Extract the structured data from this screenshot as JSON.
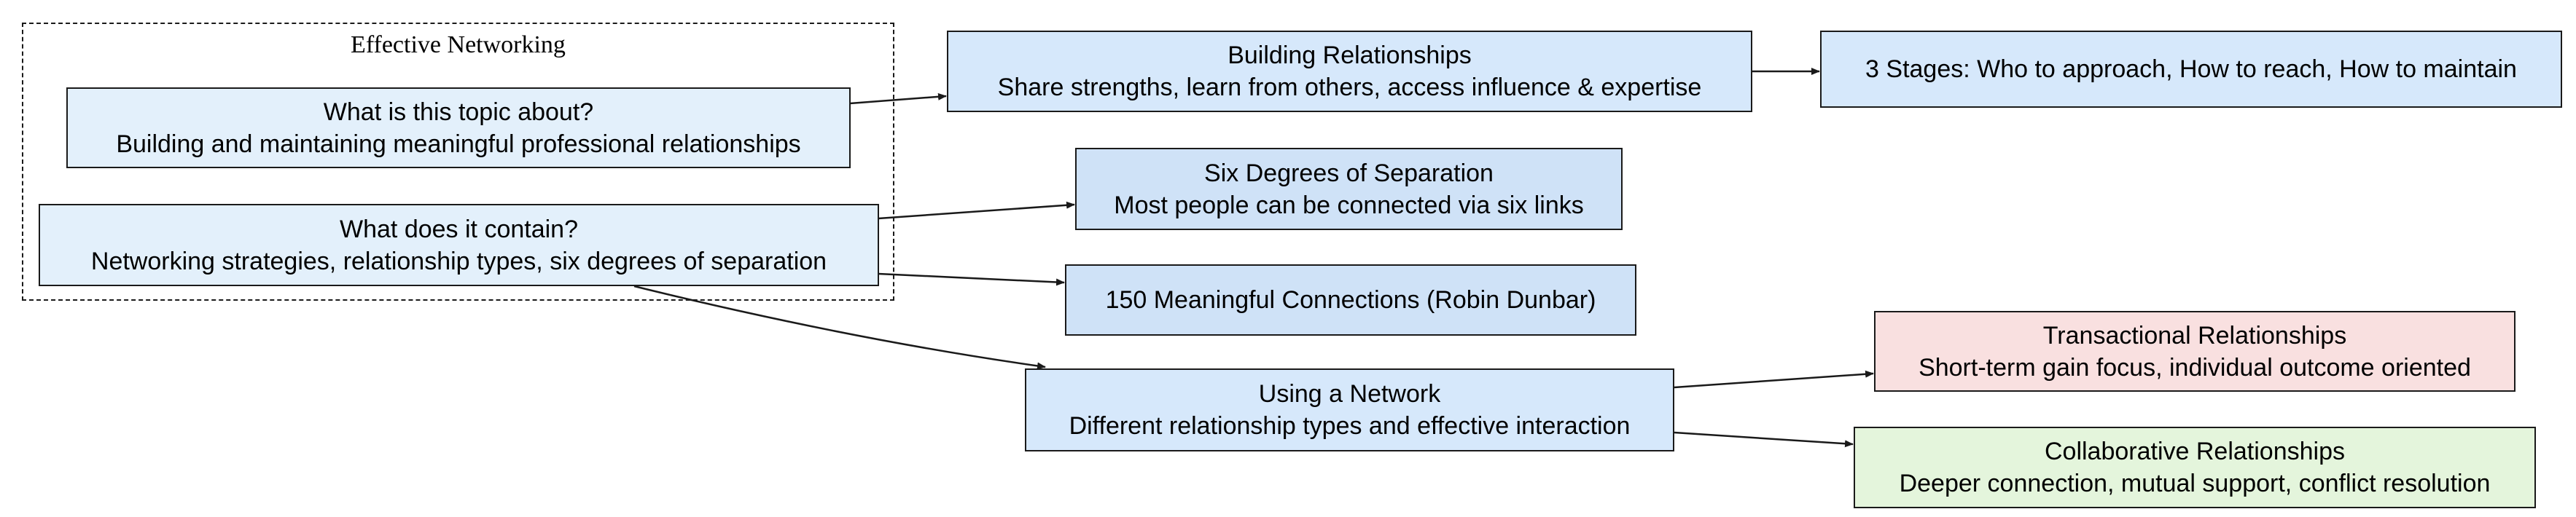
{
  "cluster": {
    "label": "Effective Networking"
  },
  "nodes": {
    "about": {
      "title": "What is this topic about?",
      "subtitle": "Building and maintaining meaningful professional relationships",
      "fill": "#e3f0fb"
    },
    "contains": {
      "title": "What does it contain?",
      "subtitle": "Networking strategies, relationship types, six degrees of separation",
      "fill": "#e3f0fb"
    },
    "building": {
      "title": "Building Relationships",
      "subtitle": "Share strengths, learn from others, access influence & expertise",
      "fill": "#d6e8fb"
    },
    "stages": {
      "title": "3 Stages: Who to approach, How to reach, How to maintain",
      "fill": "#d6e8fb"
    },
    "six_degrees": {
      "title": "Six Degrees of Separation",
      "subtitle": "Most people can be connected via six links",
      "fill": "#cfe2f7"
    },
    "dunbar": {
      "title": "150 Meaningful Connections (Robin Dunbar)",
      "fill": "#cfe2f7"
    },
    "using": {
      "title": "Using a Network",
      "subtitle": "Different relationship types and effective interaction",
      "fill": "#d6e8fb"
    },
    "transactional": {
      "title": "Transactional Relationships",
      "subtitle": "Short-term gain focus, individual outcome oriented",
      "fill": "#f9e0e0"
    },
    "collaborative": {
      "title": "Collaborative Relationships",
      "subtitle": "Deeper connection, mutual support, conflict resolution",
      "fill": "#e4f5dc"
    }
  },
  "edges": [
    {
      "from": "about",
      "to": "building"
    },
    {
      "from": "contains",
      "to": "six_degrees"
    },
    {
      "from": "contains",
      "to": "dunbar"
    },
    {
      "from": "contains",
      "to": "using"
    },
    {
      "from": "building",
      "to": "stages"
    },
    {
      "from": "using",
      "to": "transactional"
    },
    {
      "from": "using",
      "to": "collaborative"
    }
  ],
  "colors": {
    "stroke": "#1a1a1a",
    "background": "#ffffff"
  }
}
